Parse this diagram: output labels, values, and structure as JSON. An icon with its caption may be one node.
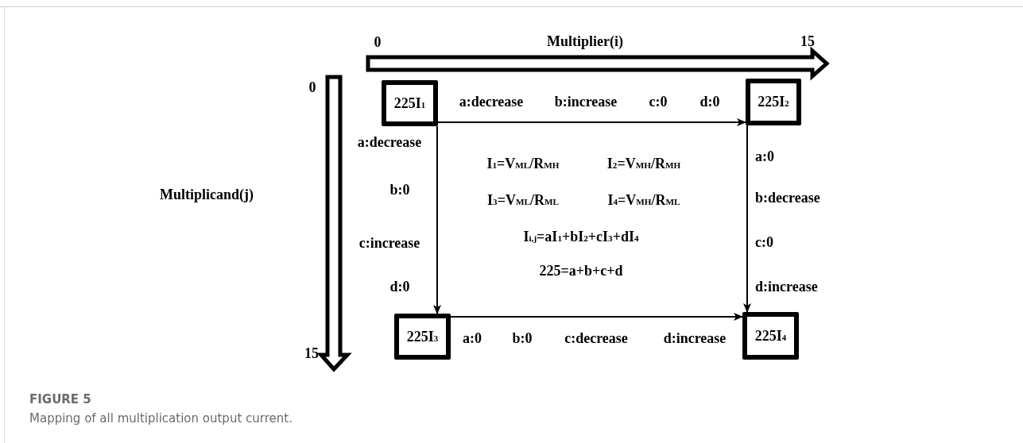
{
  "diagram": {
    "caption": "Mapping of all multiplication output current.",
    "nodes": [
      {
        "text": [
          "225I$_{1}$"
        ]
      },
      {
        "text": [
          "225I$_{2}$"
        ]
      },
      {
        "text": [
          "225I$_{3}$"
        ]
      },
      {
        "text": [
          "225I$_{4}$"
        ]
      }
    ],
    "edges": [
      {
        "from": 0,
        "to": 1,
        "arrow": "to"
      },
      {
        "from": 0,
        "to": 2,
        "arrow": "to"
      },
      {
        "from": 1,
        "to": 3,
        "arrow": "to"
      },
      {
        "from": 2,
        "to": 3,
        "arrow": "to"
      }
    ],
    "labels": [
      "0",
      "Multiplier(i)",
      "15",
      "0",
      "a:decrease",
      "b:increase",
      "c:0",
      "d:0",
      "a:decrease",
      "I$_{1}$=V$_{ML}$/R$_{MH}$",
      "I$_{2}$=V$_{MH}$/R$_{MH}$",
      "a:0",
      "Multiplicand(j)",
      "b:0",
      "I$_{3}$=V$_{ML}$/R$_{ML}$",
      "I$_{4}$=V$_{MH}$/R$_{ML}$",
      "b:decrease",
      "c:increase",
      "I$_{i,j}$=aI$_{1}$+bI$_{2}$+cI$_{3}$+dI$_{4}$",
      "c:0",
      "d:0",
      "225=a+b+c+d",
      "d:increase",
      "a:0",
      "b:0",
      "c:decrease",
      "d:increase",
      "15",
      "FIGURE 5"
    ]
  }
}
